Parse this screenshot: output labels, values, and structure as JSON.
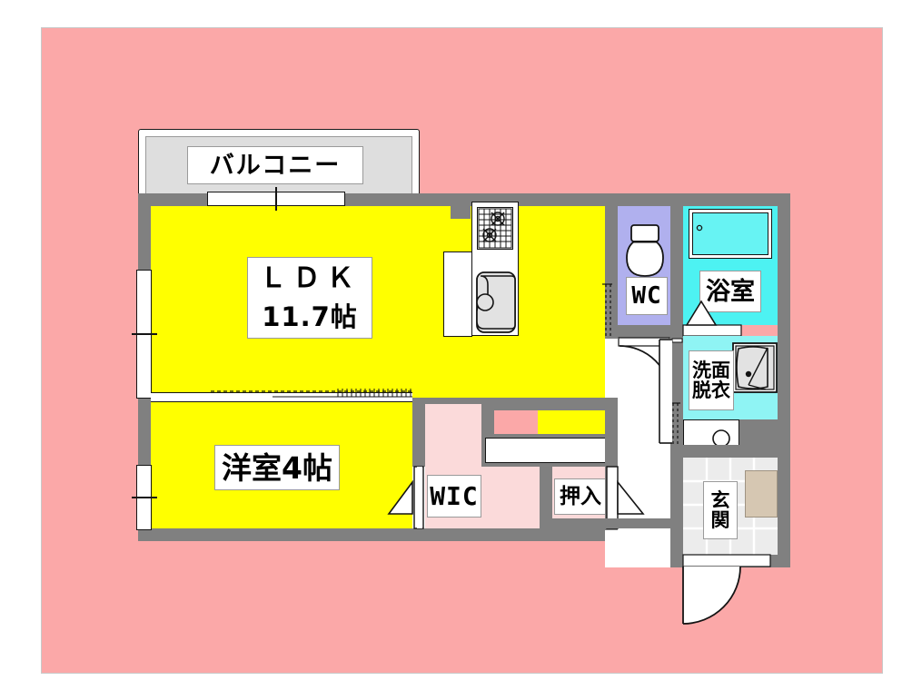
{
  "document": {
    "type": "apartment-floor-plan",
    "background_color": "#fba8a8",
    "wall_color": "#808080"
  },
  "rooms": [
    {
      "id": "balcony",
      "label": "バルコニー",
      "color": "#dedede",
      "name": "balcony"
    },
    {
      "id": "ldk",
      "label": "ＬＤＫ",
      "size": "11.7帖",
      "color": "#ffff00",
      "name": "living-dining-kitchen"
    },
    {
      "id": "bedroom",
      "label": "洋室4帖",
      "color": "#ffff00",
      "name": "western-room"
    },
    {
      "id": "wic",
      "label": "WIC",
      "color": "#fbdada",
      "name": "walk-in-closet"
    },
    {
      "id": "oshiire",
      "label": "押入",
      "color": "#fbdada",
      "name": "closet-oshiire"
    },
    {
      "id": "wc",
      "label": "WC",
      "color": "#b0b0ee",
      "name": "toilet"
    },
    {
      "id": "bath",
      "label": "浴室",
      "color": "#4df2f2",
      "name": "bathroom"
    },
    {
      "id": "washroom",
      "label": "洗面\n脱衣",
      "line1": "洗面",
      "line2": "脱衣",
      "color": "#8ff4f4",
      "name": "washroom-changing"
    },
    {
      "id": "genkan",
      "label": "玄関",
      "line1": "玄",
      "line2": "関",
      "color": "#ececec",
      "name": "entrance"
    }
  ],
  "labels": {
    "balcony": "バルコニー",
    "ldk_name": "ＬＤＫ",
    "ldk_size": "11.7帖",
    "bedroom": "洋室4帖",
    "wic": "WIC",
    "oshiire": "押入",
    "wc": "WC",
    "bath": "浴室",
    "wash_l1": "洗面",
    "wash_l2": "脱衣",
    "genkan_l1": "玄",
    "genkan_l2": "関"
  },
  "fixtures": [
    {
      "name": "gas-stove",
      "room": "ldk"
    },
    {
      "name": "kitchen-sink",
      "room": "ldk"
    },
    {
      "name": "refrigerator-space",
      "room": "ldk"
    },
    {
      "name": "toilet-bowl",
      "room": "wc"
    },
    {
      "name": "bathtub",
      "room": "bath"
    },
    {
      "name": "vanity-sink",
      "room": "washroom"
    },
    {
      "name": "washing-machine-space",
      "room": "washroom"
    },
    {
      "name": "shoe-cabinet",
      "room": "genkan"
    },
    {
      "name": "overhead-cabinet",
      "room": "corridor"
    }
  ],
  "openings": [
    {
      "name": "balcony-sliding-door",
      "type": "sliding"
    },
    {
      "name": "ldk-window-north",
      "type": "window"
    },
    {
      "name": "ldk-window-west",
      "type": "window"
    },
    {
      "name": "bedroom-window-west",
      "type": "window"
    },
    {
      "name": "ldk-bedroom-partition",
      "type": "sliding-partition"
    },
    {
      "name": "bedroom-door",
      "type": "folding"
    },
    {
      "name": "wic-door",
      "type": "folding"
    },
    {
      "name": "oshiire-door",
      "type": "folding"
    },
    {
      "name": "wc-door",
      "type": "hinged"
    },
    {
      "name": "bath-door",
      "type": "folding"
    },
    {
      "name": "washroom-door",
      "type": "sliding"
    },
    {
      "name": "entrance-door",
      "type": "hinged"
    }
  ]
}
